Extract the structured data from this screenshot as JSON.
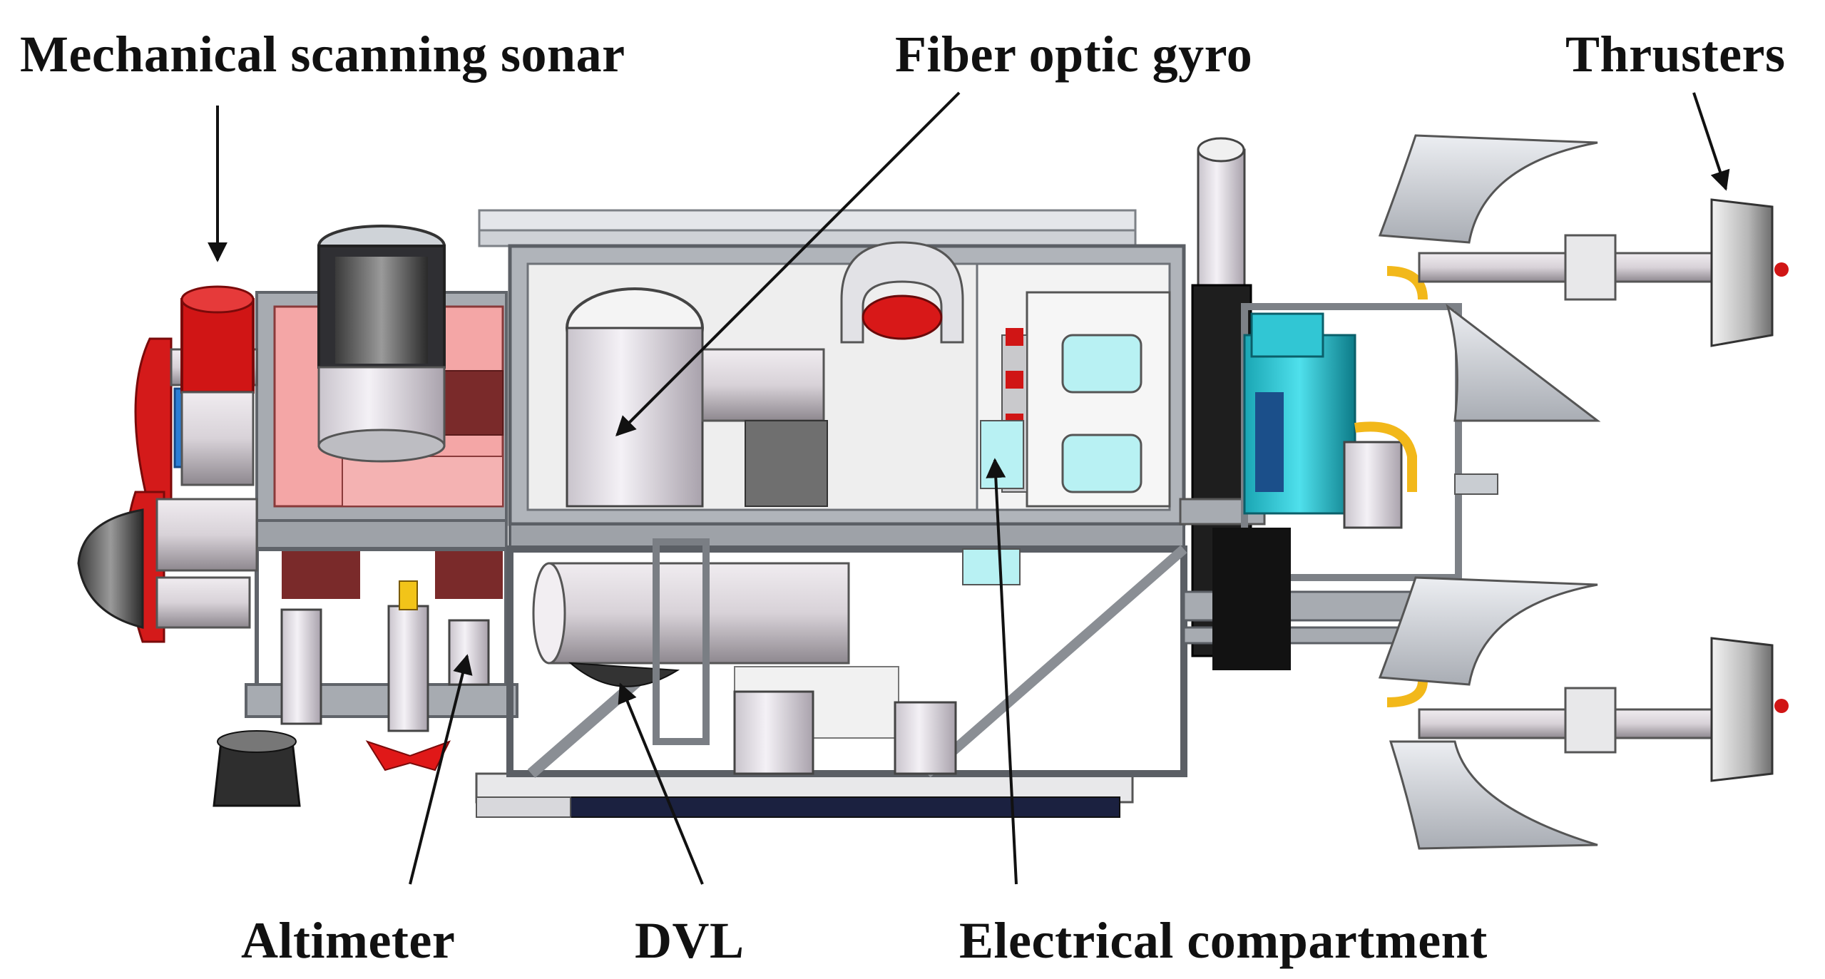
{
  "labels": {
    "mechanical_scanning_sonar": "Mechanical scanning sonar",
    "fiber_optic_gyro": "Fiber optic gyro",
    "thrusters": "Thrusters",
    "altimeter": "Altimeter",
    "dvl": "DVL",
    "electrical_compartment": "Electrical compartment"
  },
  "colors": {
    "frame": "#9a9ea5",
    "frame_dark": "#6b6f76",
    "pink_panel": "#f0a3a3",
    "dark_red_panel": "#7a2a2a",
    "red": "#d01515",
    "cylinder": "#e9e4ea",
    "cyan": "#27b8c8",
    "light_cyan": "#b8f1f3",
    "yellow_pipe": "#f2b81a",
    "black_rod": "#1e1e1e"
  }
}
